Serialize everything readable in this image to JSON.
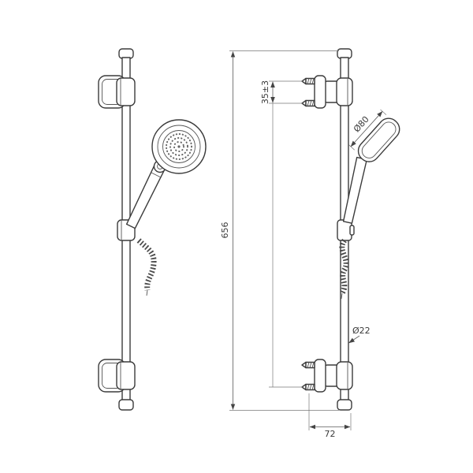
{
  "drawing": {
    "labels": {
      "overall_height": "656",
      "screw_spacing": "35±3",
      "head_diameter": "Ø80",
      "bar_diameter": "Ø22",
      "wall_offset": "72"
    }
  }
}
